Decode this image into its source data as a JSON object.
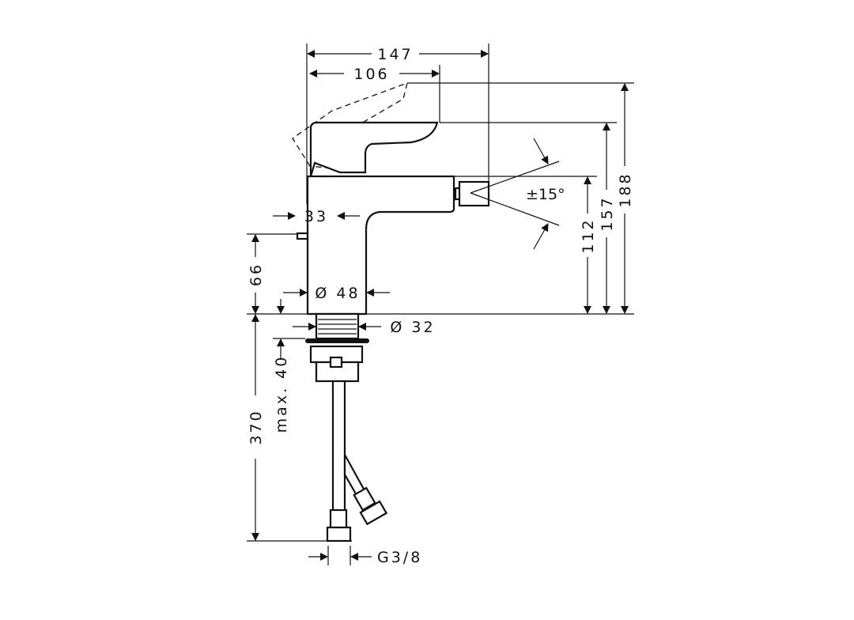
{
  "drawing": {
    "dimensions": {
      "width_total": "147",
      "handle_reach": "106",
      "height_handle_raised": "188",
      "height_handle": "157",
      "height_spout": "112",
      "spray_angle": "±15°",
      "pop_up_offset": "33",
      "pop_up_height": "66",
      "body_diameter": "Ø 48",
      "shank_diameter": "Ø 32",
      "max_counter_thickness": "max. 40",
      "hose_length": "370",
      "connection_thread": "G3/8"
    }
  }
}
